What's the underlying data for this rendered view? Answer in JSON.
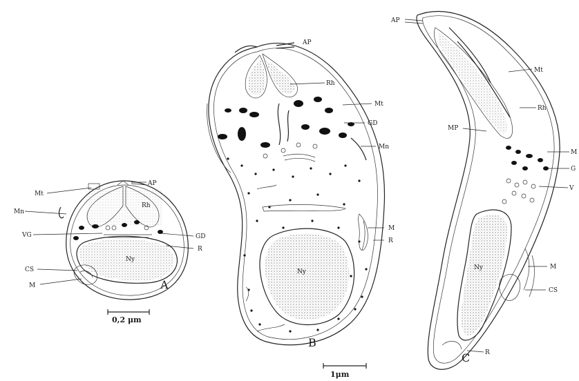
{
  "panels": {
    "A": {
      "letter": "A",
      "labels": {
        "AP": "AP",
        "Mt": "Mt",
        "Mn": "Mn",
        "Rh": "Rh",
        "VG": "VG",
        "GD": "GD",
        "R": "R",
        "Ny": "Ny",
        "CS": "CS",
        "M": "M"
      },
      "scale": "0,2 μm"
    },
    "B": {
      "letter": "B",
      "labels": {
        "AP": "AP",
        "Rh": "Rh",
        "Mt": "Mt",
        "GD": "GD",
        "Mn": "Mn",
        "M": "M",
        "R": "R",
        "Ny": "Ny"
      },
      "scale": "1μm"
    },
    "C": {
      "letter": "C",
      "labels": {
        "AP": "AP",
        "Mt": "Mt",
        "Rh": "Rh",
        "MP": "MP",
        "M": "M",
        "G": "G",
        "V": "V",
        "Ny": "Ny",
        "M2": "M",
        "CS": "CS",
        "R": "R"
      }
    }
  },
  "colors": {
    "ink": "#222222",
    "paper": "#ffffff"
  }
}
